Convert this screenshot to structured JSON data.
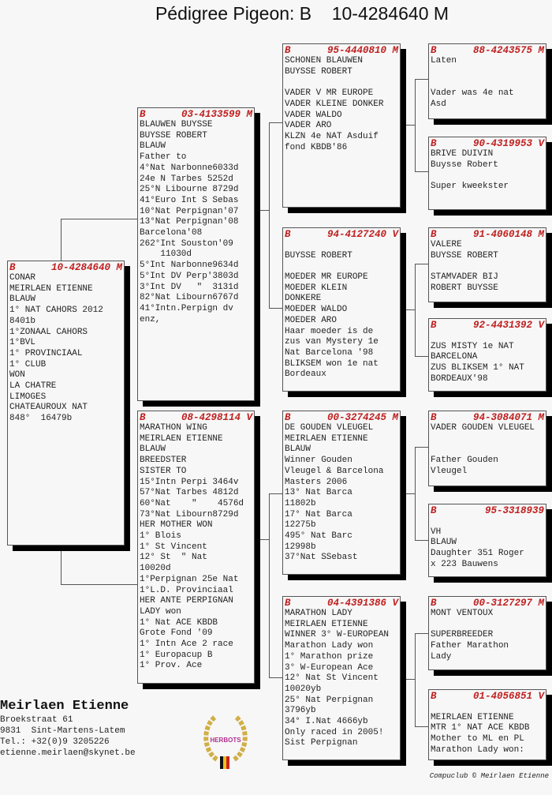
{
  "title": "Pédigree Pigeon: B    10-4284640 M",
  "pigeons": [
    {
      "id": "subject",
      "country": "B",
      "ring": "10-4284640 M",
      "lines": [
        "CONAR",
        "MEIRLAEN ETIENNE",
        "BLAUW",
        "1° NAT CAHORS 2012",
        "8401b",
        "1°ZONAAL CAHORS",
        "1°BVL",
        "1° PROVINCIAAL",
        "1° CLUB",
        "WON",
        "LA CHATRE",
        "LIMOGES",
        "CHATEAUROUX NAT",
        "848°  16479b"
      ]
    },
    {
      "id": "sire",
      "country": "B",
      "ring": "03-4133599 M",
      "lines": [
        "BLAUWEN BUYSSE",
        "BUYSSE ROBERT",
        "BLAUW",
        "Father to",
        "4°Nat Narbonne6033d",
        "24e N Tarbes 5252d",
        "25°N Libourne 8729d",
        "41°Euro Int S Sebas",
        "10°Nat Perpignan'07",
        "13°Nat Perpignan'08",
        "Barcelona'08",
        "262°Int Souston'09",
        "    11030d",
        "5°Int Narbonne9634d",
        "5°Int DV Perp'3803d",
        "3°Int DV   \"  3131d",
        "82°Nat Libourn6767d",
        "41°Intn.Perpign dv",
        "enz,"
      ]
    },
    {
      "id": "dam",
      "country": "B",
      "ring": "08-4298114 V",
      "lines": [
        "MARATHON WING",
        "MEIRLAEN ETIENNE",
        "BLAUW",
        "BREEDSTER",
        "SISTER TO",
        "15°Intn Perpi 3464v",
        "57°Nat Tarbes 4812d",
        "60°Nat    \"    4576d",
        "73°Nat Libourn8729d",
        "HER MOTHER WON",
        "1° Blois",
        "1° St Vincent",
        "12° St  \" Nat",
        "10020d",
        "1°Perpignan 25e Nat",
        "1°L.D. Provinciaal",
        "HER ANTE PERPIGNAN",
        "LADY won",
        "1° Nat ACE KBDB",
        "Grote Fond '09",
        "1° Intn Ace 2 race",
        "1° Europacup B",
        "1° Prov. Ace"
      ]
    },
    {
      "id": "ss",
      "country": "B",
      "ring": "95-4440810 M",
      "lines": [
        "SCHONEN BLAUWEN",
        "BUYSSE ROBERT",
        "",
        "VADER V MR EUROPE",
        "VADER KLEINE DONKER",
        "VADER WALDO",
        "VADER ARO",
        "KLZN 4e NAT Asduif",
        "fond KBDB'86"
      ]
    },
    {
      "id": "sd",
      "country": "B",
      "ring": "94-4127240 V",
      "lines": [
        "",
        "BUYSSE ROBERT",
        "",
        "MOEDER MR EUROPE",
        "MOEDER KLEIN",
        "DONKERE",
        "MOEDER WALDO",
        "MOEDER ARO",
        "Haar moeder is de",
        "zus van Mystery 1e",
        "Nat Barcelona '98",
        "BLIKSEM won 1e nat",
        "Bordeaux"
      ]
    },
    {
      "id": "ds",
      "country": "B",
      "ring": "00-3274245 M",
      "lines": [
        "DE GOUDEN VLEUGEL",
        "MEIRLAEN ETIENNE",
        "BLAUW",
        "Winner Gouden",
        "Vleugel & Barcelona",
        "Masters 2006",
        "13° Nat Barca",
        "11802b",
        "17° Nat Barca",
        "12275b",
        "495° Nat Barc",
        "12998b",
        "37°Nat SSebast"
      ]
    },
    {
      "id": "dd",
      "country": "B",
      "ring": "04-4391386 V",
      "lines": [
        "MARATHON LADY",
        "MEIRLAEN ETIENNE",
        "WINNER 3° W-EUROPEAN",
        "Marathon Lady won",
        "1° Marathon prize",
        "3° W-European Ace",
        "12° Nat St Vincent",
        "10020yb",
        "25° Nat Perpignan",
        "3796yb",
        "34° I.Nat 4666yb",
        "Only raced in 2005!",
        "Sist Perpignan"
      ]
    },
    {
      "id": "sss",
      "country": "B",
      "ring": "88-4243575 M",
      "lines": [
        "Laten",
        "",
        "",
        "Vader was 4e nat",
        "Asd"
      ]
    },
    {
      "id": "ssd",
      "country": "B",
      "ring": "90-4319953 V",
      "lines": [
        "BRIVE DUIVIN",
        "Buysse Robert",
        "",
        "Super kweekster"
      ]
    },
    {
      "id": "sds",
      "country": "B",
      "ring": "91-4060148 M",
      "lines": [
        "VALERE",
        "BUYSSE ROBERT",
        "",
        "STAMVADER BIJ",
        "ROBERT BUYSSE"
      ]
    },
    {
      "id": "sdd",
      "country": "B",
      "ring": "92-4431392 V",
      "lines": [
        "",
        "ZUS MISTY 1e NAT",
        "BARCELONA",
        "ZUS BLIKSEM 1° NAT",
        "BORDEAUX'98"
      ]
    },
    {
      "id": "dss",
      "country": "B",
      "ring": "94-3084071 M",
      "lines": [
        "VADER GOUDEN VLEUGEL",
        "",
        "",
        "Father Gouden",
        "Vleugel"
      ]
    },
    {
      "id": "dsd",
      "country": "B",
      "ring": "95-3318939",
      "lines": [
        "",
        "VH",
        "BLAUW",
        "Daughter 351 Roger",
        "x 223 Bauwens"
      ]
    },
    {
      "id": "dds",
      "country": "B",
      "ring": "00-3127297 M",
      "lines": [
        "MONT VENTOUX",
        "",
        "SUPERBREEDER",
        "Father Marathon",
        "Lady"
      ]
    },
    {
      "id": "ddd",
      "country": "B",
      "ring": "01-4056851 V",
      "lines": [
        "",
        "MEIRLAEN ETIENNE",
        "MTR 1° NAT ACE KBDB",
        "Mother to ML en PL",
        "Marathon Lady won:"
      ]
    }
  ],
  "breeder": {
    "name": "Meirlaen Etienne",
    "address": "Broekstraat 61",
    "city": "9831  Sint-Martens-Latem",
    "phone": "Tel.: +32(0)9 3205226",
    "email": "etienne.meirlaen@skynet.be",
    "logo_text": "HERBOTS"
  },
  "footer": "Compuclub © Meirlaen Etienne"
}
